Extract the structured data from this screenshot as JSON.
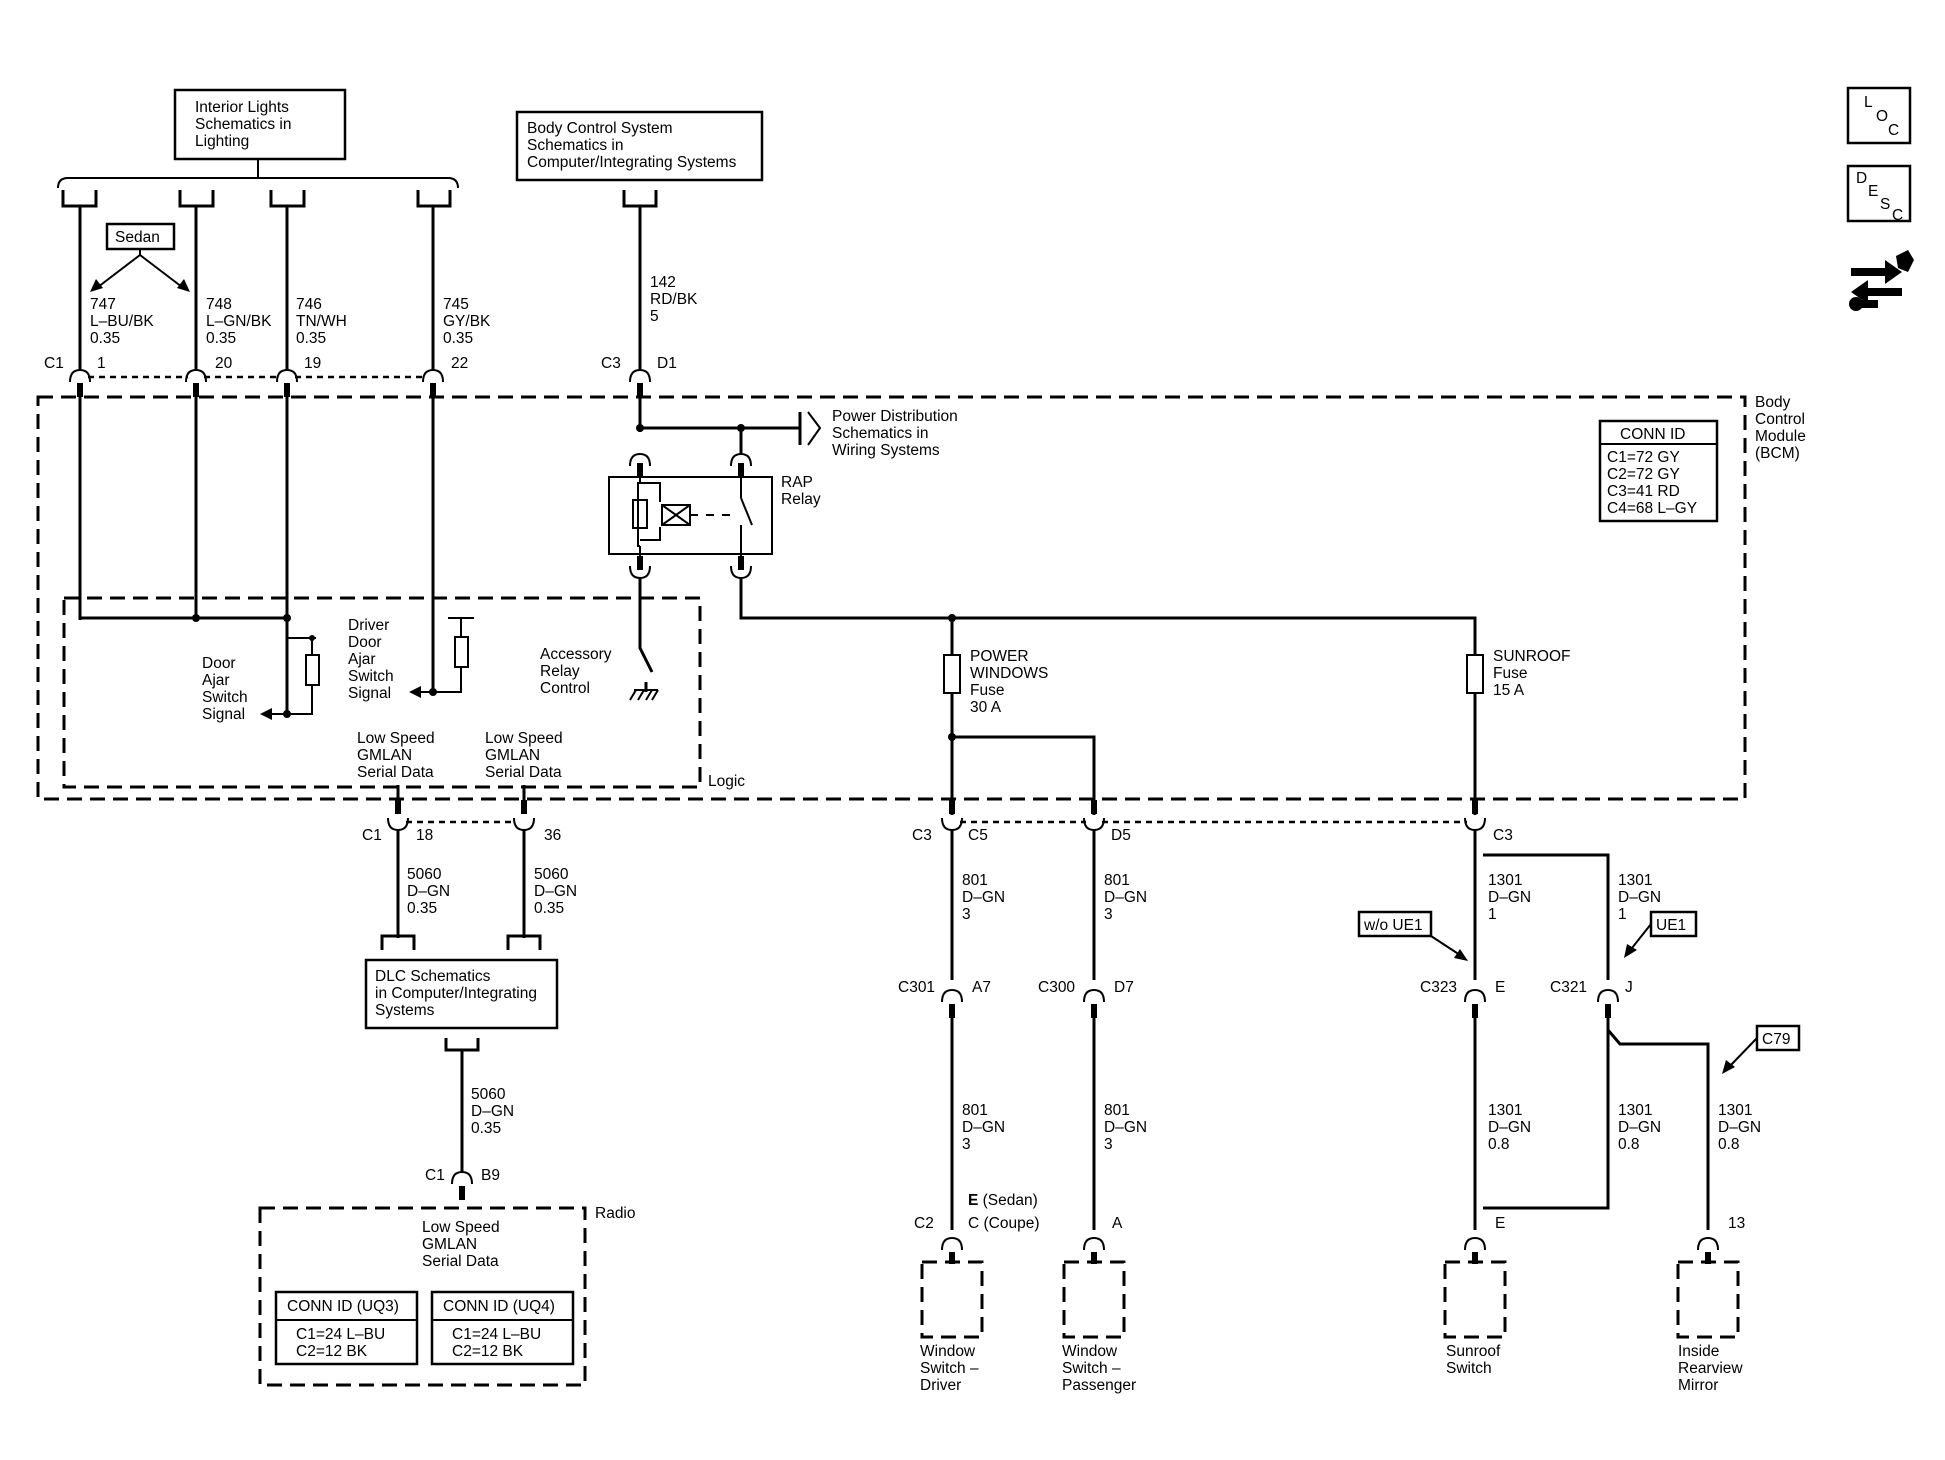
{
  "refs": {
    "interior_lights": [
      "Interior Lights",
      "Schematics in",
      "Lighting"
    ],
    "body_control": [
      "Body Control System",
      "Schematics in",
      "Computer/Integrating Systems"
    ],
    "power_dist": [
      "Power Distribution",
      "Schematics in",
      "Wiring Systems"
    ],
    "dlc": [
      "DLC Schematics",
      "in Computer/Integrating",
      "Systems"
    ]
  },
  "options": {
    "sedan": "Sedan",
    "wo_ue1": "w/o UE1",
    "ue1": "UE1",
    "c79": "C79"
  },
  "wires": {
    "w747": [
      "747",
      "L–BU/BK",
      "0.35"
    ],
    "w748": [
      "748",
      "L–GN/BK",
      "0.35"
    ],
    "w746": [
      "746",
      "TN/WH",
      "0.35"
    ],
    "w745": [
      "745",
      "GY/BK",
      "0.35"
    ],
    "w142": [
      "142",
      "RD/BK",
      "5"
    ],
    "w5060a": [
      "5060",
      "D–GN",
      "0.35"
    ],
    "w5060b": [
      "5060",
      "D–GN",
      "0.35"
    ],
    "w5060c": [
      "5060",
      "D–GN",
      "0.35"
    ],
    "w801a": [
      "801",
      "D–GN",
      "3"
    ],
    "w801b": [
      "801",
      "D–GN",
      "3"
    ],
    "w801c": [
      "801",
      "D–GN",
      "3"
    ],
    "w801d": [
      "801",
      "D–GN",
      "3"
    ],
    "w1301a": [
      "1301",
      "D–GN",
      "1"
    ],
    "w1301b": [
      "1301",
      "D–GN",
      "1"
    ],
    "w1301c": [
      "1301",
      "D–GN",
      "0.8"
    ],
    "w1301d": [
      "1301",
      "D–GN",
      "0.8"
    ],
    "w1301e": [
      "1301",
      "D–GN",
      "0.8"
    ]
  },
  "connectors": {
    "c1": "C1",
    "p1": "1",
    "p20": "20",
    "p19": "19",
    "p22": "22",
    "c3": "C3",
    "d1": "D1",
    "c1b": "C1",
    "p18": "18",
    "p36": "36",
    "c3b": "C3",
    "c5": "C5",
    "d5": "D5",
    "c3c": "C3",
    "c301": "C301",
    "a7": "A7",
    "c300": "C300",
    "d7": "D7",
    "c323": "C323",
    "e1": "E",
    "c321": "C321",
    "j": "J",
    "c1c": "C1",
    "b9": "B9",
    "c2": "C2",
    "e_sedan_e": "E",
    "e_sedan_rest": " (Sedan)",
    "c_coupe": "C (Coupe)",
    "a": "A",
    "e2": "E",
    "p13": "13"
  },
  "bcm": {
    "title": [
      "Body",
      "Control",
      "Module",
      "(BCM)"
    ],
    "conn_id_title": "CONN ID",
    "conn_id": [
      "C1=72 GY",
      "C2=72 GY",
      "C3=41 RD",
      "C4=68 L–GY"
    ],
    "rap": [
      "RAP",
      "Relay"
    ],
    "power_windows_fuse": [
      "POWER",
      "WINDOWS",
      "Fuse",
      "30 A"
    ],
    "sunroof_fuse": [
      "SUNROOF",
      "Fuse",
      "15 A"
    ],
    "door_ajar": [
      "Door",
      "Ajar",
      "Switch",
      "Signal"
    ],
    "driver_door_ajar": [
      "Driver",
      "Door",
      "Ajar",
      "Switch",
      "Signal"
    ],
    "accessory_relay": [
      "Accessory",
      "Relay",
      "Control"
    ],
    "gmlan1": [
      "Low Speed",
      "GMLAN",
      "Serial Data"
    ],
    "gmlan2": [
      "Low Speed",
      "GMLAN",
      "Serial Data"
    ],
    "logic": "Logic"
  },
  "radio": {
    "title": "Radio",
    "gmlan": [
      "Low Speed",
      "GMLAN",
      "Serial Data"
    ],
    "uq3_title": "CONN ID (UQ3)",
    "uq3": [
      "C1=24 L–BU",
      "C2=12 BK"
    ],
    "uq4_title": "CONN ID (UQ4)",
    "uq4": [
      "C1=24 L–BU",
      "C2=12 BK"
    ]
  },
  "components": {
    "window_driver": [
      "Window",
      "Switch –",
      "Driver"
    ],
    "window_passenger": [
      "Window",
      "Switch –",
      "Passenger"
    ],
    "sunroof_switch": [
      "Sunroof",
      "Switch"
    ],
    "mirror": [
      "Inside",
      "Rearview",
      "Mirror"
    ]
  },
  "nav": {
    "loc": [
      "L",
      "O",
      "C"
    ],
    "desc": [
      "D",
      "E",
      "S",
      "C"
    ]
  }
}
